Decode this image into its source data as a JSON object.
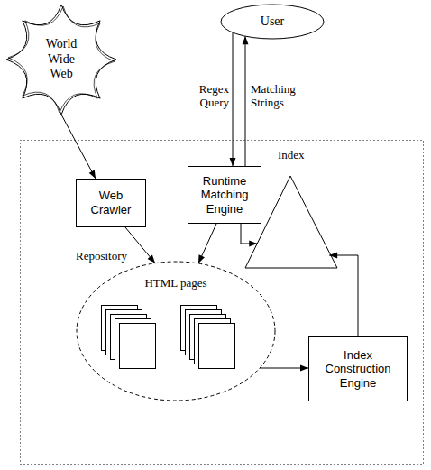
{
  "diagram": {
    "nodes": [
      {
        "text": [
          "World Wide Web"
        ]
      },
      {
        "text": [
          "User"
        ]
      },
      {
        "text": [
          "Web Crawler"
        ]
      },
      {
        "text": [
          "Runtime Matching Engine"
        ]
      },
      {
        "text": [
          "Index"
        ]
      },
      {
        "text": [
          "Repository",
          "HTML pages"
        ]
      },
      {
        "text": [
          "Index Construction Engine"
        ]
      }
    ],
    "edges": [
      {
        "from": 0,
        "to": 2,
        "arrow": "to"
      },
      {
        "from": 1,
        "to": 3,
        "label": "Regex Query",
        "arrow": "to"
      },
      {
        "from": 3,
        "to": 1,
        "label": "Matching Strings",
        "arrow": "to"
      },
      {
        "from": 2,
        "to": 5,
        "arrow": "to"
      },
      {
        "from": 3,
        "to": 5,
        "arrow": "to"
      },
      {
        "from": 5,
        "to": 6,
        "arrow": "to"
      },
      {
        "from": 3,
        "to": 4,
        "arrow": "to"
      },
      {
        "from": 6,
        "to": 4,
        "arrow": "to"
      }
    ]
  }
}
